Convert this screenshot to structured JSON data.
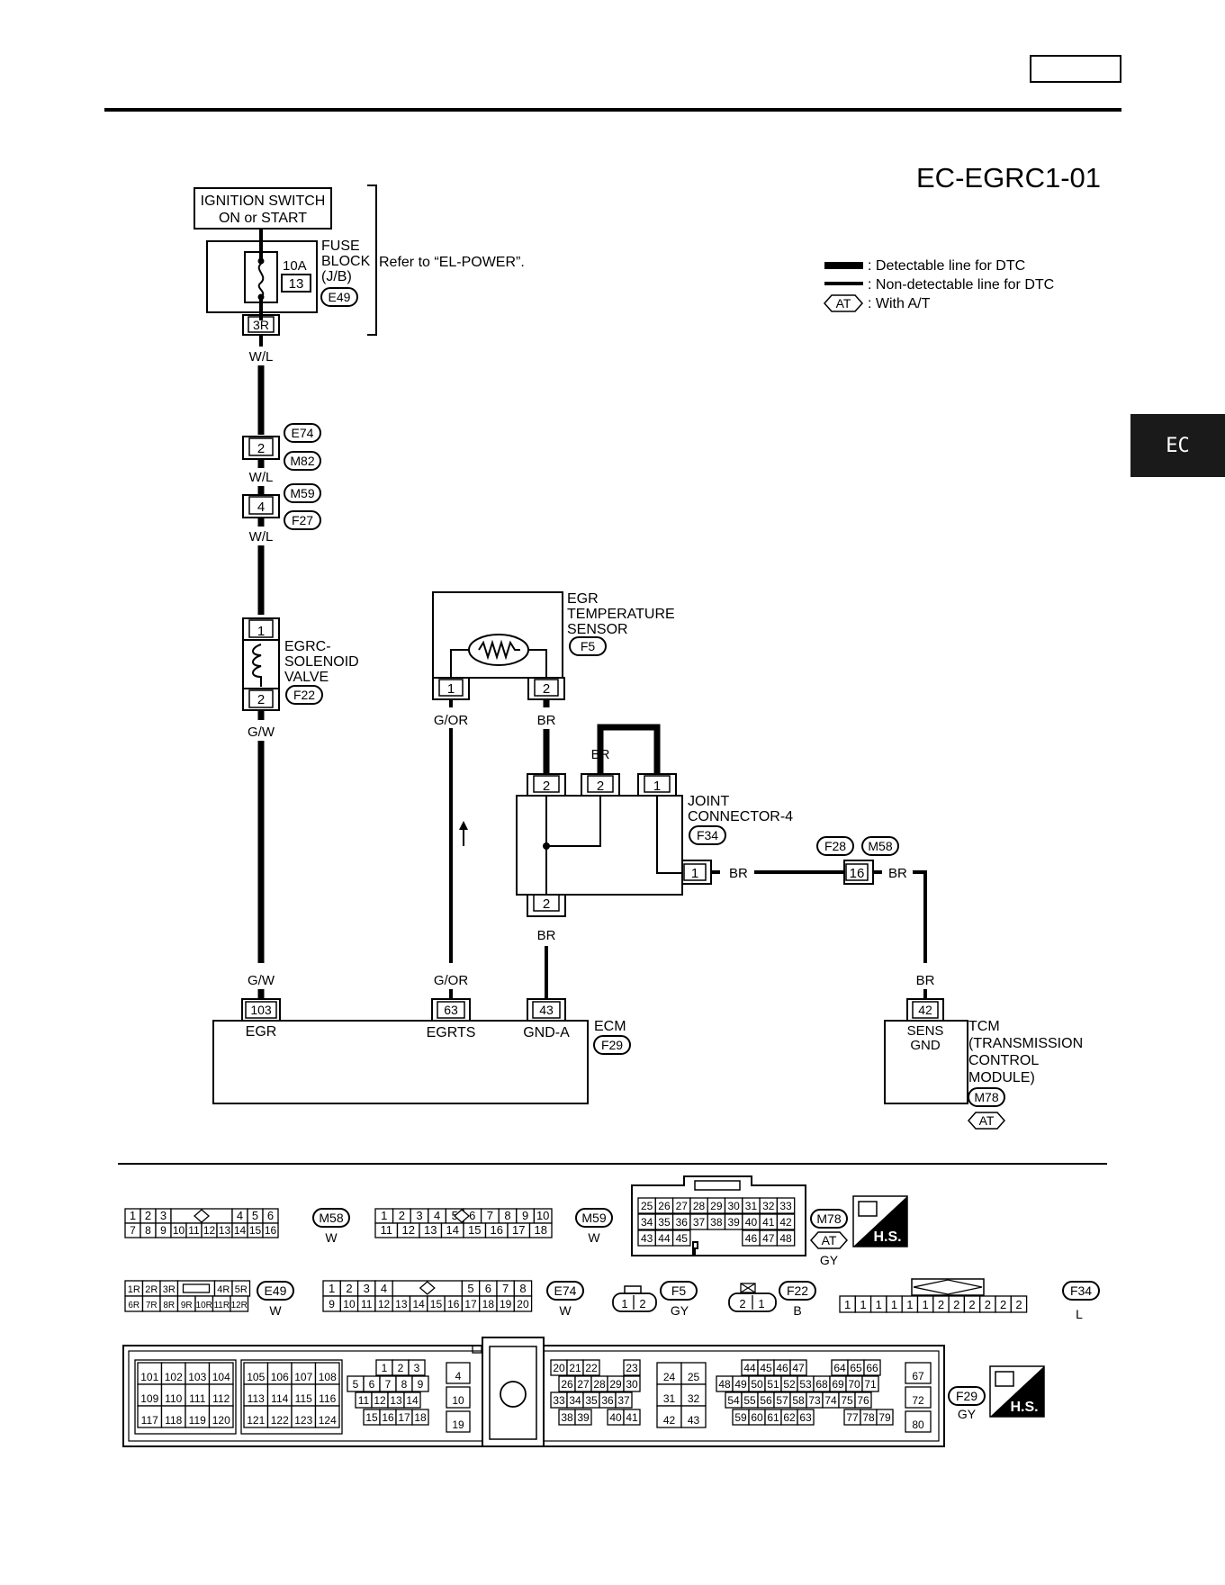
{
  "diagram_id": "EC-EGRC1-01",
  "side_tab": "EC",
  "legend": {
    "detectable": ": Detectable line for DTC",
    "non_detectable": ": Non-detectable line for DTC",
    "with_at": ": With A/T",
    "at_symbol": "AT"
  },
  "power": {
    "ignition_line1": "IGNITION SWITCH",
    "ignition_line2": "ON or START",
    "fuse_amp": "10A",
    "fuse_no": "13",
    "fuse_block_1": "FUSE",
    "fuse_block_2": "BLOCK",
    "fuse_block_3": "(J/B)",
    "fuse_block_conn": "E49",
    "fuse_terminal": "3R",
    "refer": "Refer to “EL-POWER”."
  },
  "wires": {
    "wl": "W/L",
    "gw": "G/W",
    "gor": "G/OR",
    "br": "BR"
  },
  "inline_connectors": [
    {
      "pin": "2",
      "top": "E74",
      "bottom": "M82"
    },
    {
      "pin": "4",
      "top": "M59",
      "bottom": "F27"
    }
  ],
  "egrc_valve": {
    "line1": "EGRC-",
    "line2": "SOLENOID",
    "line3": "VALVE",
    "conn": "F22",
    "pin_top": "1",
    "pin_bottom": "2"
  },
  "egr_sensor": {
    "line1": "EGR",
    "line2": "TEMPERATURE",
    "line3": "SENSOR",
    "conn": "F5",
    "pin1": "1",
    "pin2": "2"
  },
  "joint": {
    "line1": "JOINT",
    "line2": "CONNECTOR-4",
    "conn": "F34",
    "pin_top1": "2",
    "pin_top2": "2",
    "pin_top3": "1",
    "pin_right": "1",
    "pin_bottom": "2"
  },
  "inline_16": {
    "pin": "16",
    "left": "F28",
    "right": "M58"
  },
  "ecm": {
    "name": "ECM",
    "conn": "F29",
    "pins": [
      {
        "no": "103",
        "label": "EGR"
      },
      {
        "no": "63",
        "label": "EGRTS"
      },
      {
        "no": "43",
        "label": "GND-A"
      }
    ]
  },
  "tcm": {
    "line1": "TCM",
    "line2": "(TRANSMISSION",
    "line3": "CONTROL",
    "line4": "MODULE)",
    "conn": "M78",
    "pin": "42",
    "pin_label1": "SENS",
    "pin_label2": "GND"
  },
  "connector_views": {
    "m58": {
      "id": "M58",
      "color": "W",
      "row1": [
        "1",
        "2",
        "3",
        "",
        "4",
        "5",
        "6"
      ],
      "row2": [
        "7",
        "8",
        "9",
        "10",
        "11",
        "12",
        "13",
        "14",
        "15",
        "16"
      ]
    },
    "m59": {
      "id": "M59",
      "color": "W",
      "row1": [
        "1",
        "2",
        "3",
        "4",
        "5",
        "6",
        "7",
        "8",
        "9",
        "10"
      ],
      "row2": [
        "11",
        "12",
        "13",
        "14",
        "15",
        "16",
        "17",
        "18"
      ]
    },
    "m78": {
      "id": "M78",
      "color": "GY",
      "hs": "H.S.",
      "at": "AT",
      "row1": [
        "25",
        "26",
        "27",
        "28",
        "29",
        "30",
        "31",
        "32",
        "33"
      ],
      "row2": [
        "34",
        "35",
        "36",
        "37",
        "38",
        "39",
        "40",
        "41",
        "42"
      ],
      "row3": [
        "43",
        "44",
        "45",
        "46",
        "47",
        "48"
      ]
    },
    "e49": {
      "id": "E49",
      "color": "W",
      "row1": [
        "1R",
        "2R",
        "3R",
        "4R",
        "5R"
      ],
      "row2": [
        "6R",
        "7R",
        "8R",
        "9R",
        "10R",
        "11R",
        "12R"
      ]
    },
    "e74": {
      "id": "E74",
      "color": "W",
      "row1": [
        "1",
        "2",
        "3",
        "4",
        "5",
        "6",
        "7",
        "8"
      ],
      "row2": [
        "9",
        "10",
        "11",
        "12",
        "13",
        "14",
        "15",
        "16",
        "17",
        "18",
        "19",
        "20"
      ]
    },
    "f5": {
      "id": "F5",
      "color": "GY",
      "pins": [
        "1",
        "2"
      ]
    },
    "f22": {
      "id": "F22",
      "color": "B",
      "pins": [
        "2",
        "1"
      ]
    },
    "f34": {
      "id": "F34",
      "color": "L",
      "pins": [
        "1",
        "1",
        "1",
        "1",
        "1",
        "1",
        "2",
        "2",
        "2",
        "2",
        "2",
        "2"
      ]
    },
    "f29": {
      "id": "F29",
      "color": "GY",
      "hs": "H.S.",
      "g1": [
        [
          "101",
          "102",
          "103",
          "104"
        ],
        [
          "109",
          "110",
          "111",
          "112"
        ],
        [
          "117",
          "118",
          "119",
          "120"
        ]
      ],
      "g2": [
        [
          "105",
          "106",
          "107",
          "108"
        ],
        [
          "113",
          "114",
          "115",
          "116"
        ],
        [
          "121",
          "122",
          "123",
          "124"
        ]
      ],
      "g3": [
        [
          "1",
          "2",
          "3"
        ],
        [
          "5",
          "6",
          "7",
          "8",
          "9"
        ],
        [
          "11",
          "12",
          "13",
          "14"
        ],
        [
          "15",
          "16",
          "17",
          "18"
        ]
      ],
      "g4": [
        "4",
        "10",
        "19"
      ],
      "g5": [
        [
          "20",
          "21",
          "22",
          "23"
        ],
        [
          "26",
          "27",
          "28",
          "29",
          "30"
        ],
        [
          "33",
          "34",
          "35",
          "36",
          "37"
        ],
        [
          "38",
          "39",
          "40",
          "41"
        ]
      ],
      "g6": [
        [
          "24",
          "25"
        ],
        [
          "31",
          "32"
        ],
        [
          "42",
          "43"
        ]
      ],
      "g7": [
        [
          "44",
          "45",
          "46",
          "47",
          "64",
          "65",
          "66"
        ],
        [
          "48",
          "49",
          "50",
          "51",
          "52",
          "53",
          "68",
          "69",
          "70",
          "71"
        ],
        [
          "54",
          "55",
          "56",
          "57",
          "58",
          "73",
          "74",
          "75",
          "76"
        ],
        [
          "59",
          "60",
          "61",
          "62",
          "63",
          "77",
          "78",
          "79"
        ]
      ],
      "g8": [
        "67",
        "72",
        "80"
      ]
    }
  }
}
